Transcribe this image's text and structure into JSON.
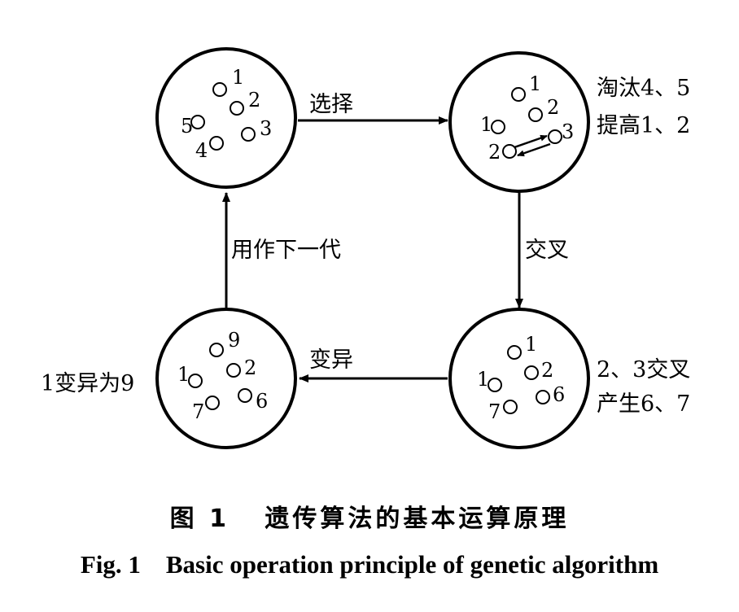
{
  "caption": {
    "cn": "图 1   遗传算法的基本运算原理",
    "en": "Fig. 1    Basic operation principle of genetic algorithm"
  },
  "steps": {
    "selection": "选择",
    "crossover": "交叉",
    "mutation": "变异",
    "next_generation": "用作下一代"
  },
  "notes": {
    "selection_line1": "淘汰4、5",
    "selection_line2": "提高1、2",
    "crossover_line1": "2、3交叉",
    "crossover_line2": "产生6、7",
    "mutation": "1变异为9"
  },
  "populations": {
    "initial": [
      "1",
      "2",
      "3",
      "4",
      "5"
    ],
    "selected": [
      "1",
      "2",
      "3",
      "1",
      "2"
    ],
    "crossed": [
      "1",
      "2",
      "1",
      "7",
      "6"
    ],
    "mutated": [
      "9",
      "2",
      "1",
      "7",
      "6"
    ]
  }
}
